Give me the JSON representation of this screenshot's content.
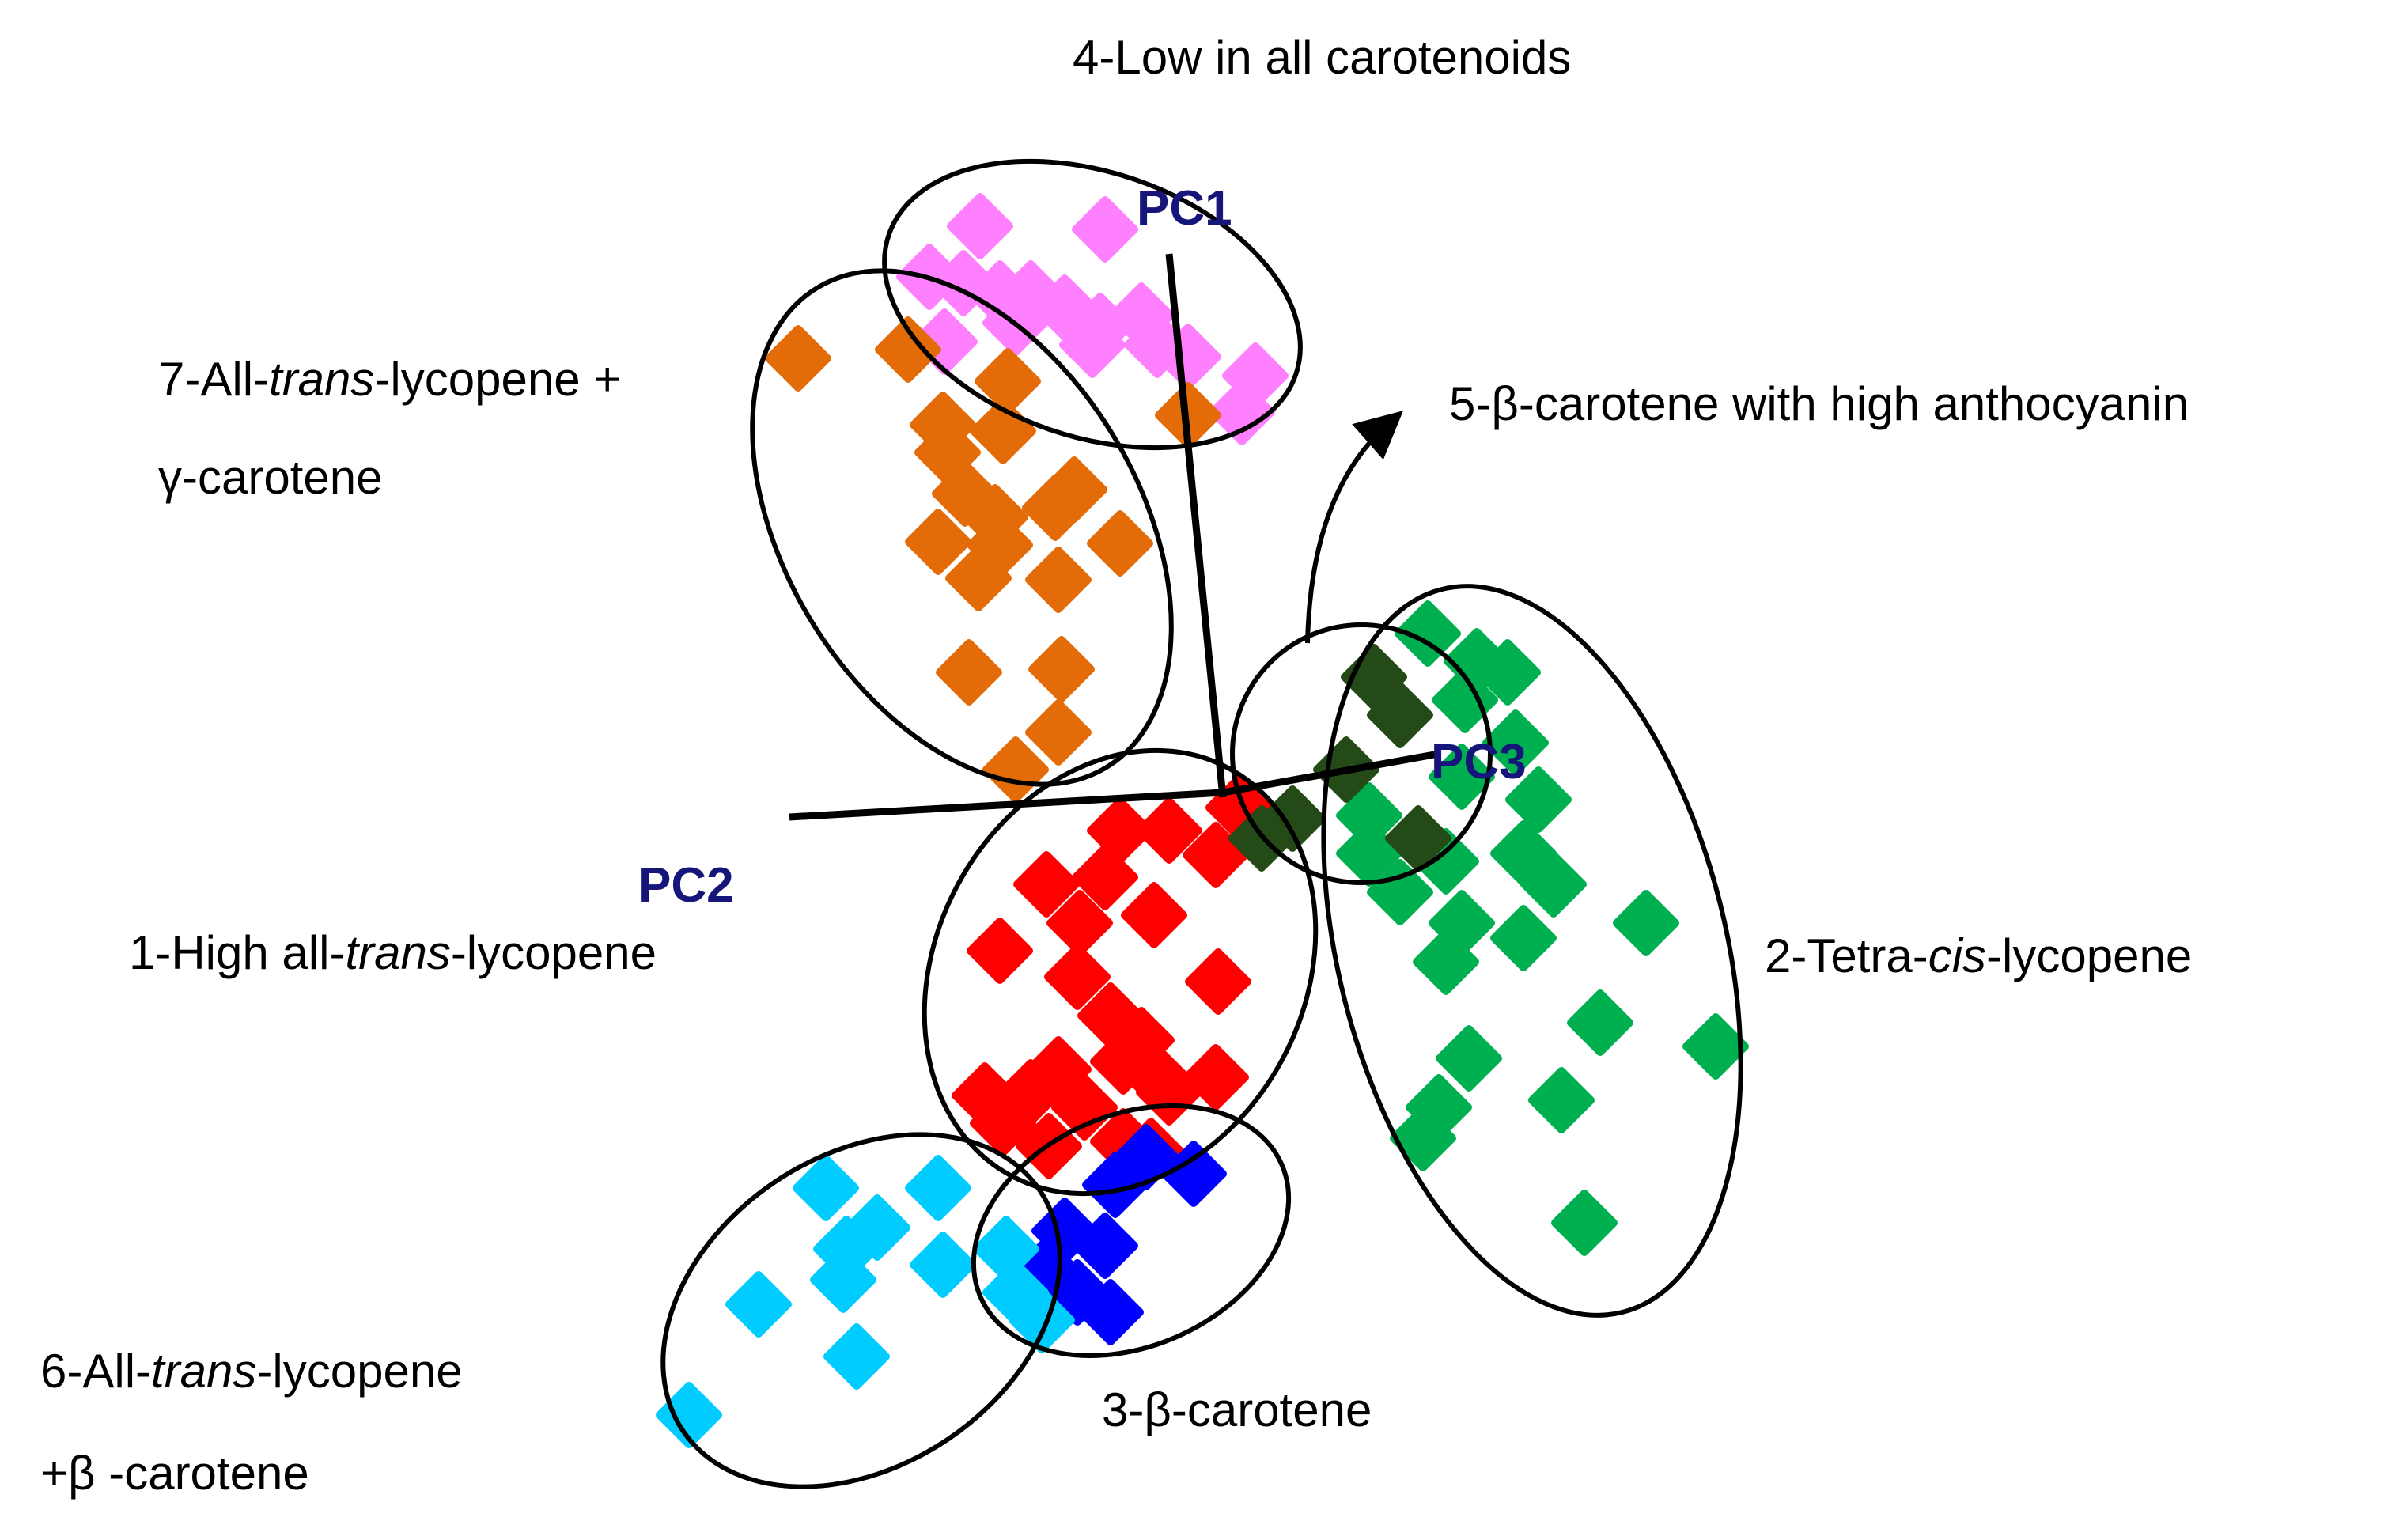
{
  "chart_data": {
    "type": "scatter",
    "title": "",
    "xlabel": "",
    "ylabel": "",
    "axes": [
      {
        "name": "PC1",
        "color": "#16167a"
      },
      {
        "name": "PC2",
        "color": "#16167a"
      },
      {
        "name": "PC3",
        "color": "#16167a"
      }
    ],
    "clusters": [
      {
        "id": 1,
        "parts": [
          {
            "t": "1-High all-"
          },
          {
            "t": "trans",
            "i": true
          },
          {
            "t": "-lycopene"
          }
        ],
        "color": "#ff0000"
      },
      {
        "id": 2,
        "parts": [
          {
            "t": "2-Tetra-"
          },
          {
            "t": "cis",
            "i": true
          },
          {
            "t": "-lycopene"
          }
        ],
        "color": "#00b050"
      },
      {
        "id": 3,
        "parts": [
          {
            "t": "3-β-carotene"
          }
        ],
        "color": "#0000ff"
      },
      {
        "id": 4,
        "parts": [
          {
            "t": "4-Low in all carotenoids"
          }
        ],
        "color": "#ff80ff"
      },
      {
        "id": 5,
        "parts": [
          {
            "t": "5-β-carotene with high anthocyanin"
          }
        ],
        "color": "#244b17"
      },
      {
        "id": 6,
        "parts": [
          {
            "t": "6-All-"
          },
          {
            "t": "trans",
            "i": true
          },
          {
            "t": "-lycopene"
          }
        ],
        "parts2": [
          {
            "t": "+β -carotene"
          }
        ],
        "color": "#00ccff"
      },
      {
        "id": 7,
        "parts": [
          {
            "t": "7-All-"
          },
          {
            "t": "trans",
            "i": true
          },
          {
            "t": "-lycopene +"
          }
        ],
        "parts2": [
          {
            "t": "γ-carotene"
          }
        ],
        "color": "#e36c09"
      }
    ]
  }
}
